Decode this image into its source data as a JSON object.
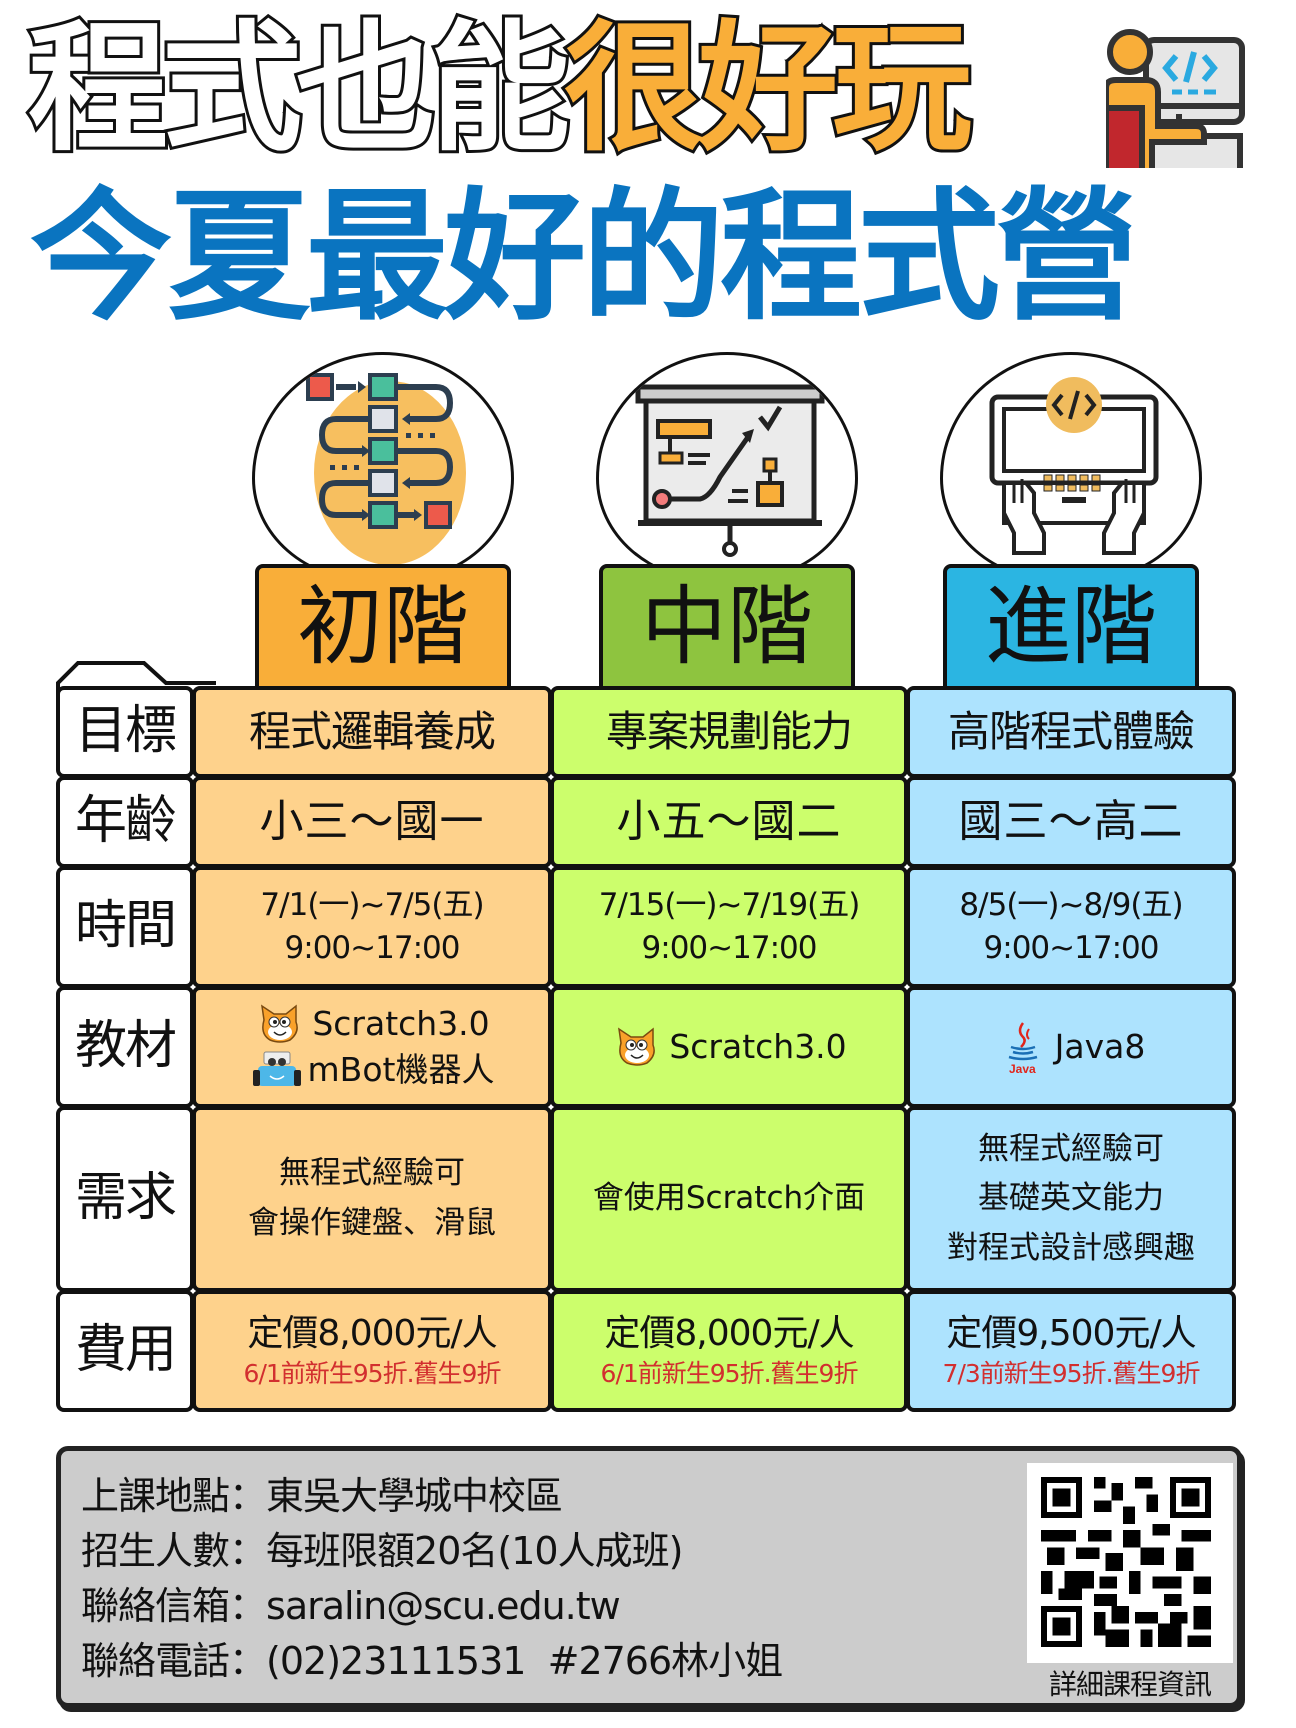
{
  "header": {
    "title_line1_plain": "程式也能",
    "title_line1_highlight": "很好玩",
    "title_line2": "今夏最好的程式營",
    "icon": "programmer-at-computer-icon",
    "colors": {
      "highlight": "#f9ae39",
      "line2": "#0a74c0"
    }
  },
  "levels": [
    {
      "label": "初階",
      "icon": "flowchart-icon",
      "badge_color": "#f9ae39",
      "cell_color": "#fed28c"
    },
    {
      "label": "中階",
      "icon": "presentation-board-icon",
      "badge_color": "#8ec43f",
      "cell_color": "#ccfe6c"
    },
    {
      "label": "進階",
      "icon": "coding-laptop-icon",
      "badge_color": "#2bb5e2",
      "cell_color": "#ade3fe"
    }
  ],
  "table": {
    "rows": [
      {
        "header": "目標",
        "cells": [
          "程式邏輯養成",
          "專案規劃能力",
          "高階程式體驗"
        ]
      },
      {
        "header": "年齡",
        "cells": [
          "小三～國一",
          "小五～國二",
          "國三～高二"
        ]
      },
      {
        "header": "時間",
        "cells": [
          {
            "date": "7/1(一)~7/5(五)",
            "time": "9:00~17:00"
          },
          {
            "date": "7/15(一)~7/19(五)",
            "time": "9:00~17:00"
          },
          {
            "date": "8/5(一)~8/9(五)",
            "time": "9:00~17:00"
          }
        ]
      },
      {
        "header": "教材",
        "cells": [
          [
            {
              "icon": "scratch-cat-icon",
              "text": "Scratch3.0"
            },
            {
              "icon": "mbot-robot-icon",
              "text": "mBot機器人"
            }
          ],
          [
            {
              "icon": "scratch-cat-icon",
              "text": "Scratch3.0"
            }
          ],
          [
            {
              "icon": "java-logo-icon",
              "text": "Java8"
            }
          ]
        ]
      },
      {
        "header": "需求",
        "cells": [
          [
            "無程式經驗可",
            "會操作鍵盤、滑鼠"
          ],
          [
            "會使用Scratch介面"
          ],
          [
            "無程式經驗可",
            "基礎英文能力",
            "對程式設計感興趣"
          ]
        ]
      },
      {
        "header": "費用",
        "cells": [
          {
            "price": "定價8,000元/人",
            "discount": "6/1前新生95折.舊生9折"
          },
          {
            "price": "定價8,000元/人",
            "discount": "6/1前新生95折.舊生9折"
          },
          {
            "price": "定價9,500元/人",
            "discount": "7/3前新生95折.舊生9折"
          }
        ]
      }
    ],
    "discount_color": "#d22f2f"
  },
  "info": {
    "lines": [
      {
        "label": "上課地點",
        "sep": "：",
        "value": "東吳大學城中校區"
      },
      {
        "label": "招生人數",
        "sep": "：",
        "value": "每班限額20名(10人成班)"
      },
      {
        "label": "聯絡信箱",
        "sep": "：",
        "value": "saralin@scu.edu.tw"
      },
      {
        "label": "聯絡電話",
        "sep": "：",
        "value": "(02)23111531  #2766林小姐"
      }
    ],
    "qr_caption": "詳細課程資訊",
    "qr_icon": "qr-code-icon"
  }
}
